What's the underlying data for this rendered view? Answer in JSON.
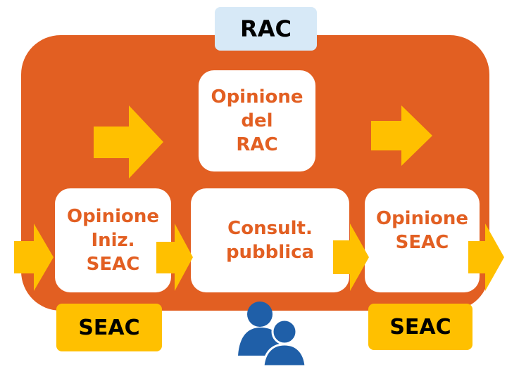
{
  "diagram": {
    "top_label": "RAC",
    "boxes": {
      "rac_opinion": "Opinione\ndel\nRAC",
      "initial_opinion": "Opinione\nIniz.\nSEAC",
      "public_consultation": "Consult.\npubblica",
      "seac_opinion": "Opinione\nSEAC"
    },
    "bottom_labels": {
      "left": "SEAC",
      "right": "SEAC"
    },
    "colors": {
      "panel": "#e25f22",
      "arrow": "#ffc000",
      "rac_tag": "#d7e9f7",
      "seac_tag": "#ffc000",
      "people_icon": "#1f5fa8"
    },
    "icons": {
      "people": "people-group-icon",
      "arrow": "right-arrow-icon"
    }
  }
}
